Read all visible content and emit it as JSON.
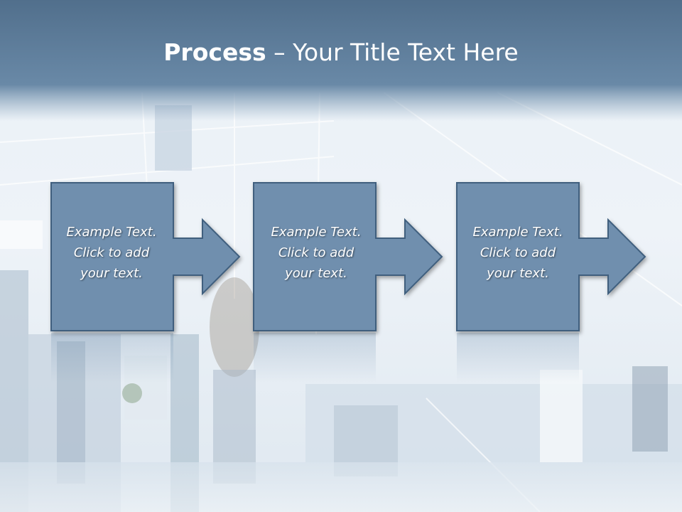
{
  "slide": {
    "title_bold": "Process",
    "title_rest": " – Your Title Text Here"
  },
  "steps": [
    {
      "line1": "Example Text.",
      "line2": "Click  to add",
      "line3": "your text."
    },
    {
      "line1": "Example Text.",
      "line2": "Click  to add",
      "line3": "your text."
    },
    {
      "line1": "Example Text.",
      "line2": "Click  to add",
      "line3": "your text."
    }
  ],
  "colors": {
    "header_band": "#5d7f9e",
    "box_fill": "#6f8fae",
    "box_stroke": "#3f5f7e",
    "text": "#ffffff"
  },
  "icons": [
    "arrow-right-icon"
  ]
}
